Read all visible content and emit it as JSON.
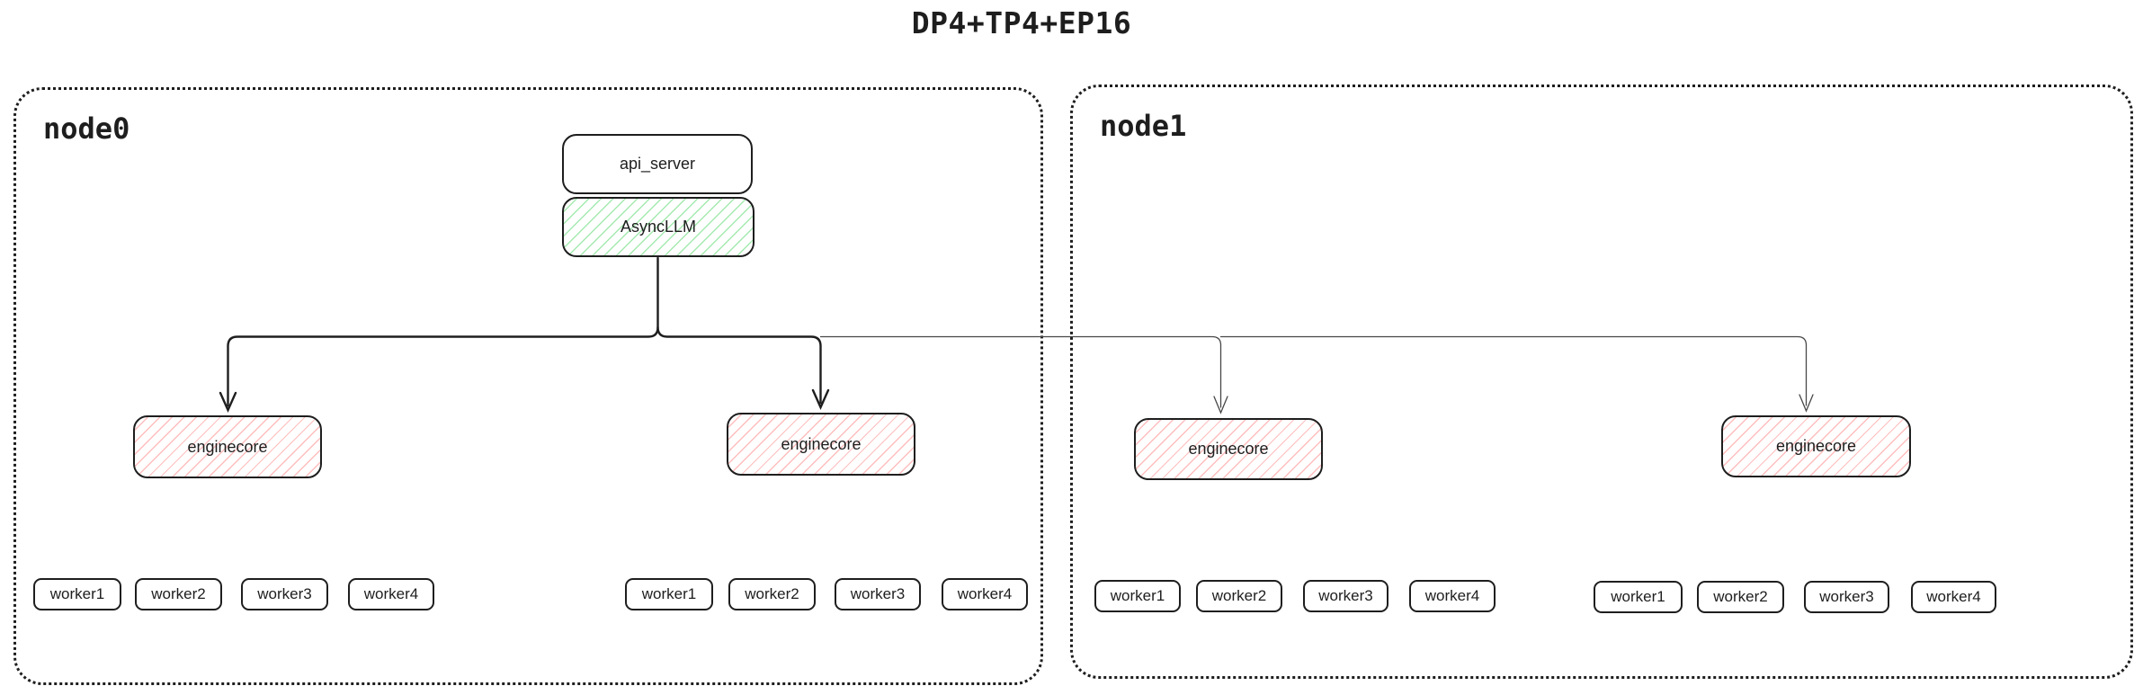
{
  "title": "DP4+TP4+EP16",
  "palette": {
    "ink": "#1e1e1e",
    "green_hatch": "#69db7c",
    "red_hatch": "#ff7d7d",
    "thin_line": "#474747",
    "background": "#ffffff"
  },
  "api_server": {
    "label": "api_server"
  },
  "async_llm": {
    "label": "AsyncLLM"
  },
  "nodes": [
    {
      "label": "node0",
      "enginecores": [
        {
          "label": "enginecore",
          "workers": [
            "worker1",
            "worker2",
            "worker3",
            "worker4"
          ]
        },
        {
          "label": "enginecore",
          "workers": [
            "worker1",
            "worker2",
            "worker3",
            "worker4"
          ]
        }
      ]
    },
    {
      "label": "node1",
      "enginecores": [
        {
          "label": "enginecore",
          "workers": [
            "worker1",
            "worker2",
            "worker3",
            "worker4"
          ]
        },
        {
          "label": "enginecore",
          "workers": [
            "worker1",
            "worker2",
            "worker3",
            "worker4"
          ]
        }
      ]
    }
  ]
}
